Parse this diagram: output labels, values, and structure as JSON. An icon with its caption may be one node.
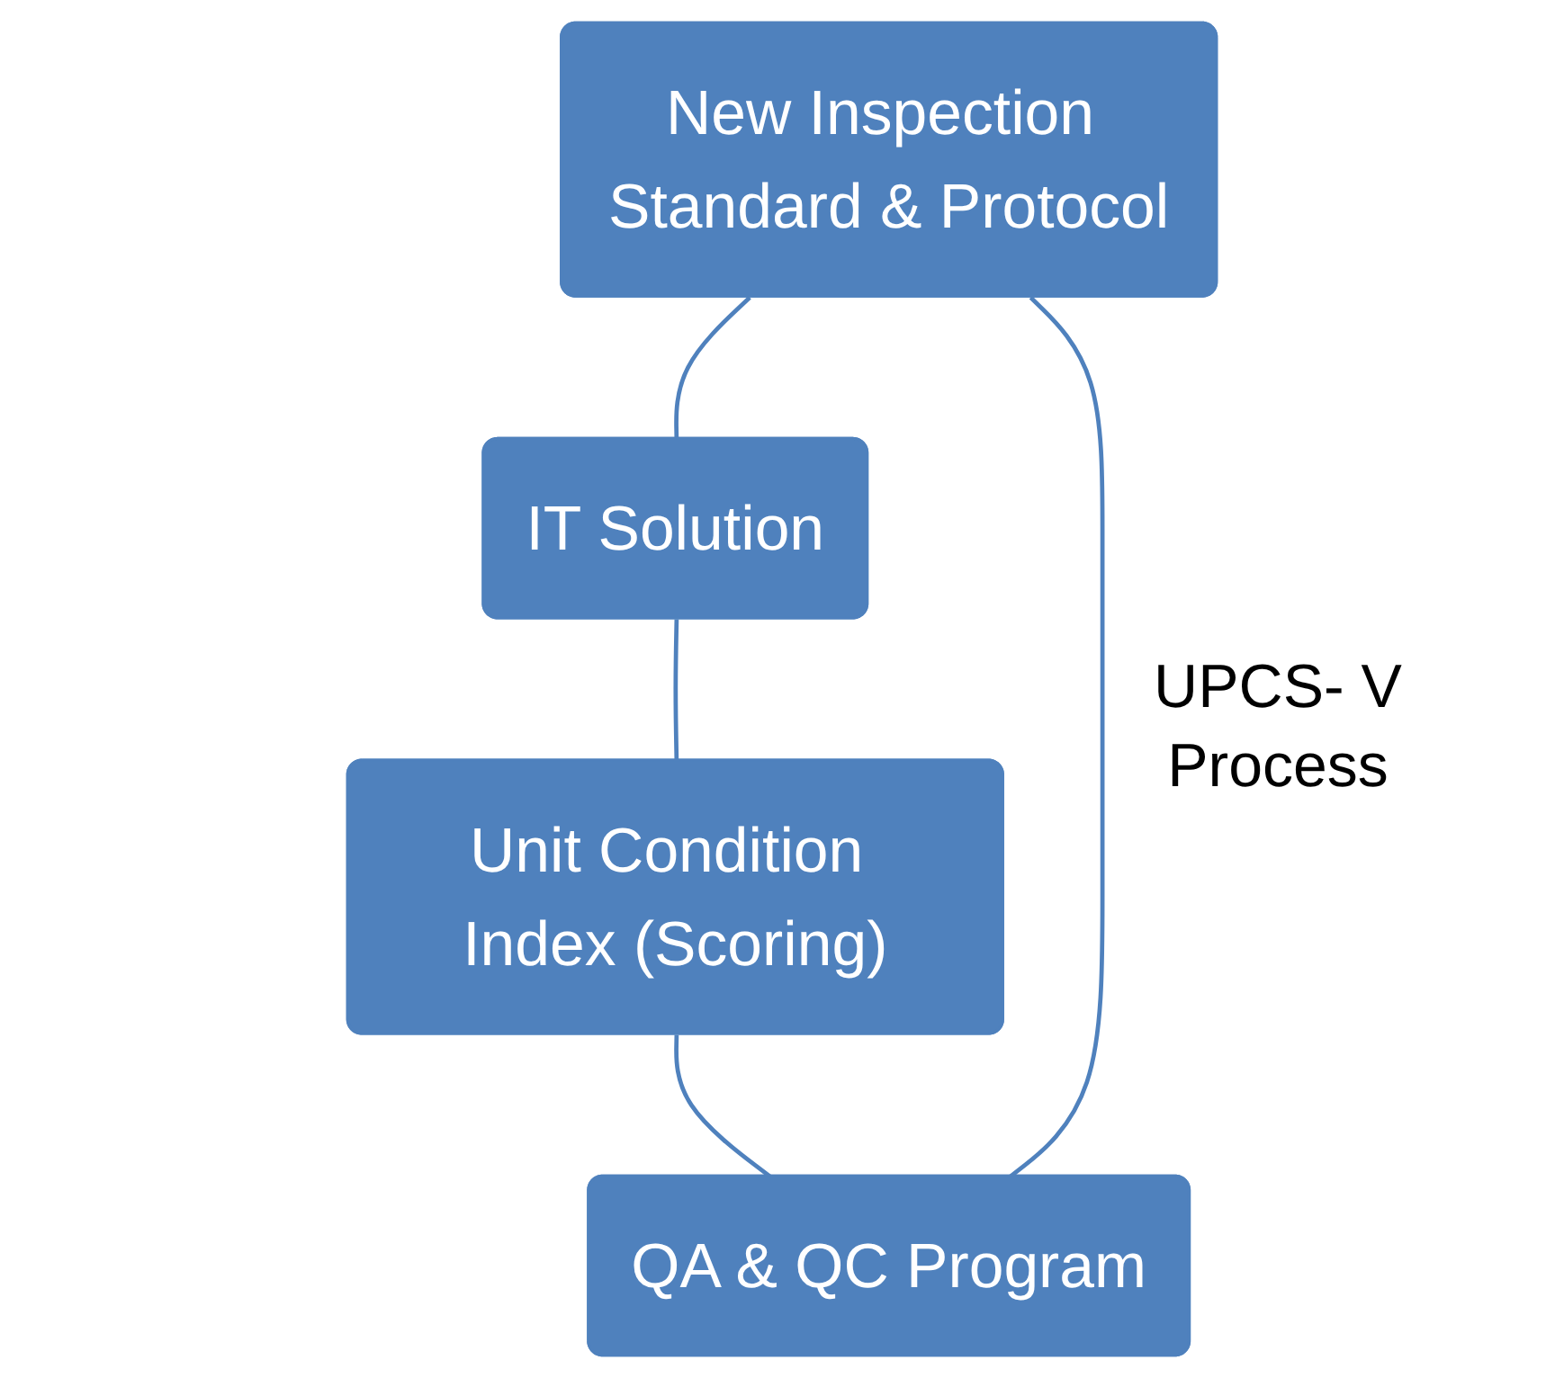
{
  "diagram": {
    "nodes": [
      {
        "text": [
          "New Inspection Standard & Protocol"
        ]
      },
      {
        "text": [
          "IT Solution"
        ]
      },
      {
        "text": [
          "Unit Condition Index (Scoring)"
        ]
      },
      {
        "text": [
          "QA & QC Program"
        ]
      }
    ],
    "edges": [
      {
        "from": 0,
        "to": 1,
        "arrow": "none"
      },
      {
        "from": 1,
        "to": 2,
        "arrow": "none"
      },
      {
        "from": 2,
        "to": 3,
        "arrow": "none"
      },
      {
        "from": 3,
        "to": 0,
        "arrow": "none"
      }
    ],
    "labels": [
      "UPCS- V Process"
    ]
  }
}
